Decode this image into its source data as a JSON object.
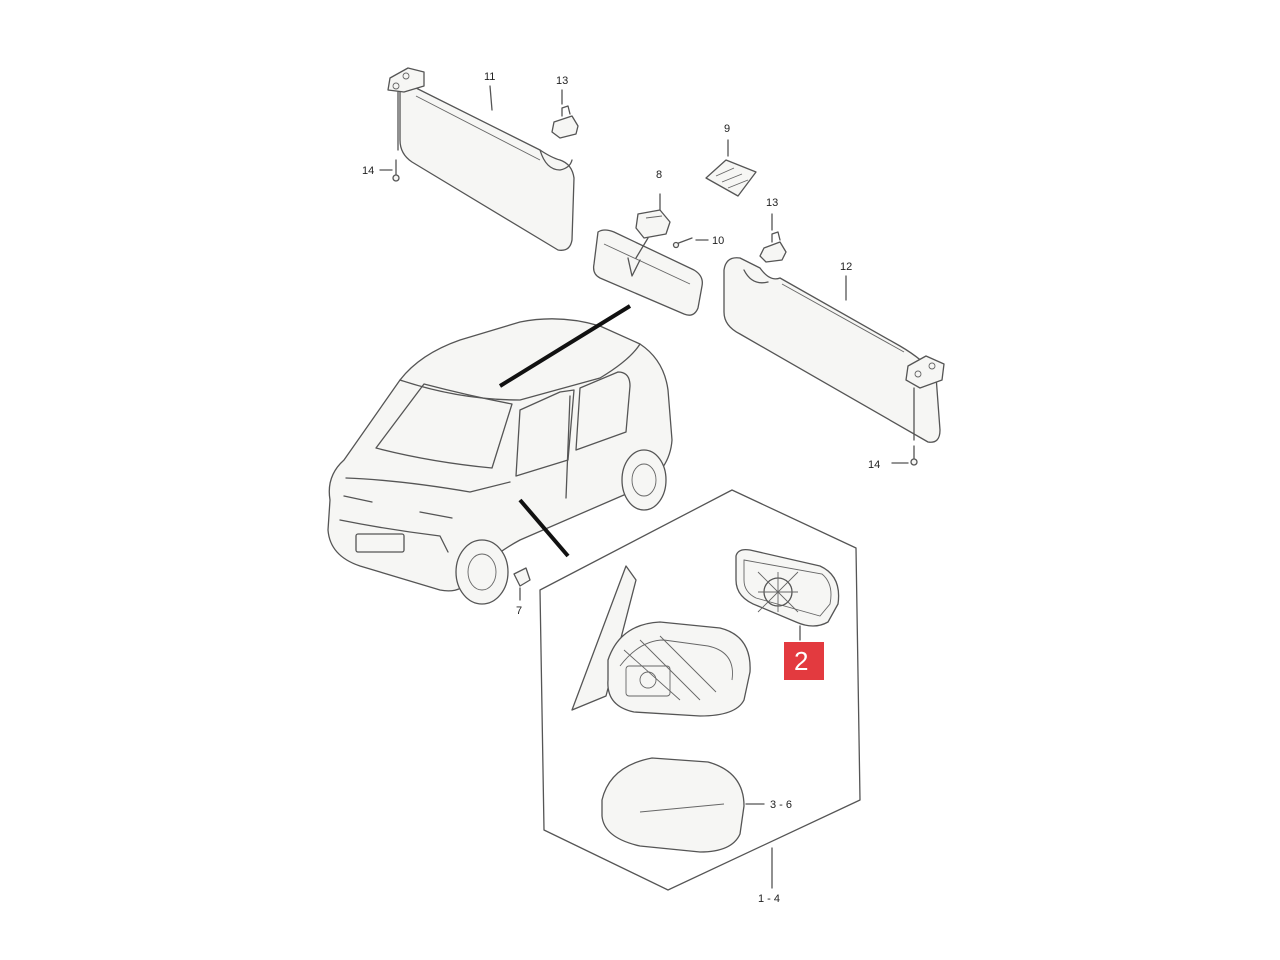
{
  "callouts": {
    "c11": "11",
    "c13a": "13",
    "c14a": "14",
    "c9": "9",
    "c8": "8",
    "c10": "10",
    "c13b": "13",
    "c12": "12",
    "c14b": "14",
    "c7": "7",
    "c2": "2",
    "c36": "3 - 6",
    "c14": "1 - 4"
  },
  "colors": {
    "highlight": "#e33a3f",
    "line": "#555555"
  }
}
